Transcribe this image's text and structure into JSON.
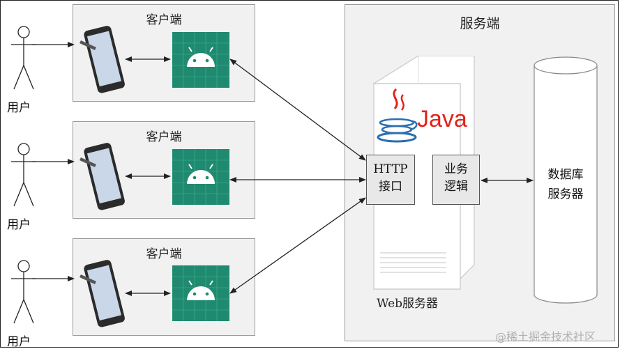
{
  "clients": [
    {
      "title": "客户端",
      "user": "用户"
    },
    {
      "title": "客户端",
      "user": "用户"
    },
    {
      "title": "客户端",
      "user": "用户"
    }
  ],
  "server": {
    "title": "服务端",
    "java_logo": "Java",
    "http_line1": "HTTP",
    "http_line2": "接口",
    "biz_line1": "业务",
    "biz_line2": "逻辑",
    "db_line1": "数据库",
    "db_line2": "服务器",
    "web_label": "Web服务器"
  },
  "watermark": "@稀土掘金技术社区",
  "colors": {
    "android_bg": "#1f8a70",
    "java_red": "#e2231a",
    "java_blue": "#2a6fb3"
  }
}
